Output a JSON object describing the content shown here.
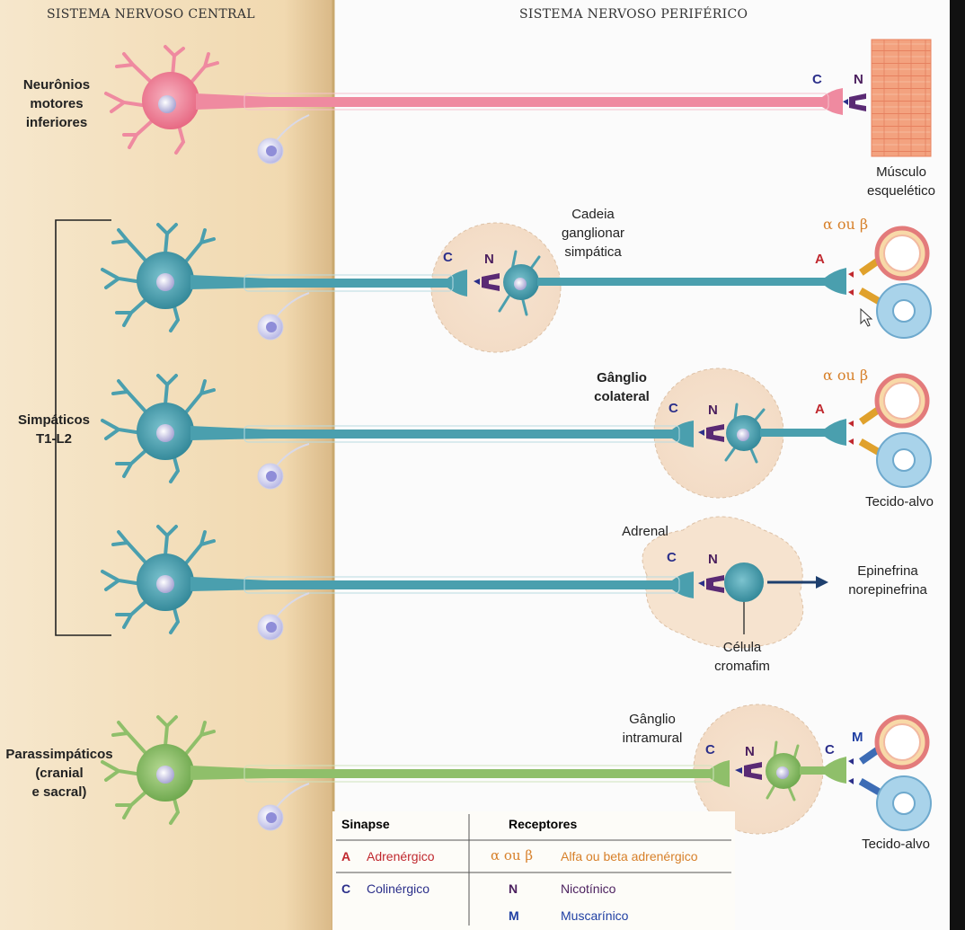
{
  "headers": {
    "central": "SISTEMA NERVOSO CENTRAL",
    "peripheral": "SISTEMA NERVOSO PERIFÉRICO"
  },
  "rows": {
    "motor": {
      "label": [
        "Neurônios",
        "motores",
        "inferiores"
      ],
      "target": [
        "Músculo",
        "esquelético"
      ],
      "synapse_letter": "C",
      "receptor_letter": "N"
    },
    "symp_chain": {
      "ganglion_label": [
        "Cadeia",
        "ganglionar",
        "simpática"
      ],
      "pre_letter": "C",
      "receptor_letter": "N",
      "post_letter": "A",
      "receptor_label": "α ou β"
    },
    "symp_collateral": {
      "ganglion_label": [
        "Gânglio",
        "colateral"
      ],
      "pre_letter": "C",
      "receptor_letter": "N",
      "post_letter": "A",
      "receptor_label": "α ou β",
      "target": "Tecido-alvo"
    },
    "symp_adrenal": {
      "organ_label": "Adrenal",
      "pre_letter": "C",
      "receptor_letter": "N",
      "output": [
        "Epinefrina",
        "norepinefrina"
      ],
      "cell_label": [
        "Célula",
        "cromafim"
      ]
    },
    "parasymp": {
      "label": [
        "Parassimpáticos",
        "(cranial",
        "e sacral)"
      ],
      "ganglion_label": [
        "Gânglio",
        "intramural"
      ],
      "pre_letter": "C",
      "receptor_letter": "N",
      "post_letter": "C",
      "post_receptor": "M",
      "target": "Tecido-alvo"
    }
  },
  "sympathetic_group_label": [
    "Simpáticos",
    "T1-L2"
  ],
  "legend": {
    "col1_header": "Sinapse",
    "col2_header": "Receptores",
    "rows": [
      {
        "code": "A",
        "name": "Adrenérgico",
        "receptor_code": "α ou β",
        "receptor_name": "Alfa ou beta adrenérgico"
      },
      {
        "code": "C",
        "name": "Colinérgico",
        "receptor_code": "N",
        "receptor_name": "Nicotínico"
      },
      {
        "code": "",
        "name": "",
        "receptor_code": "M",
        "receptor_name": "Muscarínico"
      }
    ]
  },
  "colors": {
    "cns_bg": "#f3dfbd",
    "motor": "#ef8aa0",
    "sympathetic": "#4a9fae",
    "parasympathetic": "#8fbf6a",
    "cholinergic": "#2b2f8a",
    "adrenergic": "#c0282e",
    "receptor_orange": "#d7802a"
  }
}
